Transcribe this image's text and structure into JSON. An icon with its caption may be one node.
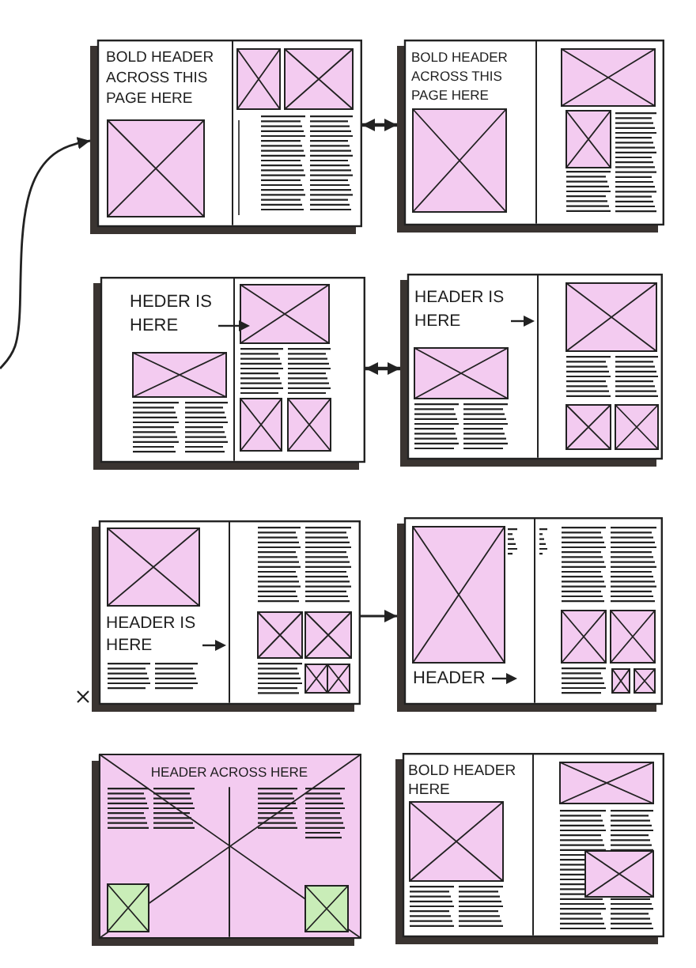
{
  "diagram": {
    "nodes": [
      {
        "text": [
          "BOLD HEADER ACROSS THIS PAGE HERE"
        ]
      },
      {
        "text": [
          "BOLD HEADER ACROSS THIS PAGE HERE"
        ]
      },
      {
        "text": [
          "HEDER IS HERE"
        ]
      },
      {
        "text": [
          "HEADER IS HERE"
        ]
      },
      {
        "text": [
          "HEADER IS HERE"
        ]
      },
      {
        "text": [
          "HEADER"
        ]
      },
      {
        "text": [
          "HEADER ACROSS HERE"
        ]
      },
      {
        "text": [
          "BOLD HEADER HERE"
        ]
      }
    ],
    "edges": [
      {
        "from": null,
        "to": 0,
        "arrow": "to"
      },
      {
        "from": 0,
        "to": 1,
        "arrow": "both"
      },
      {
        "from": 2,
        "to": 3,
        "arrow": "both"
      },
      {
        "from": 4,
        "to": 5,
        "arrow": "to"
      }
    ]
  }
}
